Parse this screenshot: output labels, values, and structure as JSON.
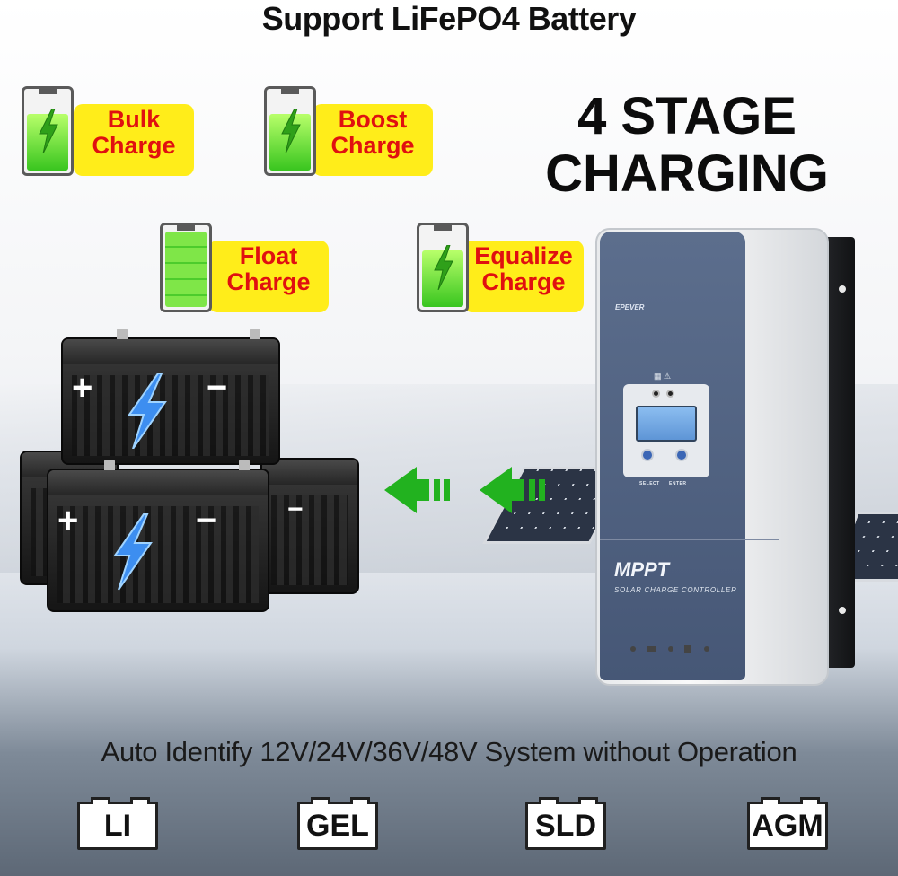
{
  "headline": "Support LiFePO4 Battery",
  "stage_title": {
    "line1": "4 STAGE",
    "line2": "CHARGING"
  },
  "stages": [
    {
      "line1": "Bulk",
      "line2": "Charge",
      "fill": 0.72,
      "icon": "charging-battery-icon"
    },
    {
      "line1": "Boost",
      "line2": "Charge",
      "fill": 0.72,
      "icon": "charging-battery-icon"
    },
    {
      "line1": "Float",
      "line2": "Charge",
      "fill": 0.95,
      "icon": "full-battery-icon"
    },
    {
      "line1": "Equalize",
      "line2": "Charge",
      "fill": 0.72,
      "icon": "charging-battery-icon"
    }
  ],
  "battery_symbols": {
    "plus": "+",
    "minus": "−"
  },
  "controller": {
    "brand": "EPEVER",
    "model": "MPPT",
    "subtitle": "SOLAR CHARGE CONTROLLER",
    "select_label": "SELECT",
    "enter_label": "ENTER"
  },
  "caption": "Auto Identify 12V/24V/36V/48V System without Operation",
  "battery_types": [
    "LI",
    "GEL",
    "SLD",
    "AGM"
  ],
  "colors": {
    "badge_bg": "#ffed1a",
    "badge_text": "#e01010",
    "arrow_green": "#22b21f",
    "battery_green": "#39c51f"
  }
}
